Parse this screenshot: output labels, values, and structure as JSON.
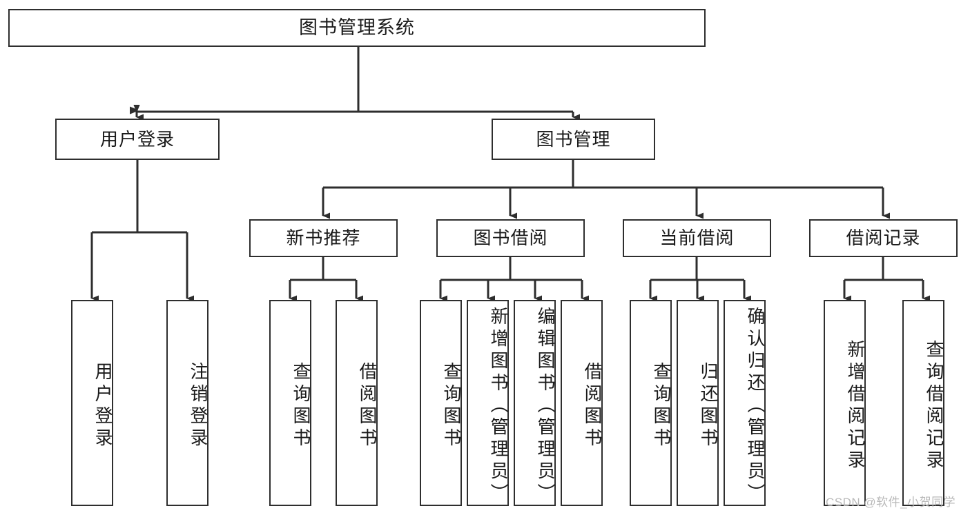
{
  "diagram": {
    "title_text": "图书管理系统",
    "type": "hierarchy-tree",
    "colors": {
      "box_border": "#2e2e2e",
      "box_fill": "#ffffff",
      "connector": "#2e2e2e",
      "watermark": "#b9b9b9",
      "background": "#ffffff"
    },
    "levels": {
      "level0": [
        "图书管理系统"
      ],
      "level1": [
        "用户登录",
        "图书管理"
      ],
      "level2": [
        "新书推荐",
        "图书借阅",
        "当前借阅",
        "借阅记录"
      ],
      "level3": [
        "用户登录",
        "注销登录",
        "查询图书",
        "借阅图书",
        "查询图书",
        "新增图书（管理员）",
        "编辑图书（管理员）",
        "借阅图书",
        "查询图书",
        "归还图书",
        "确认归还（管理员）",
        "新增借阅记录",
        "查询借阅记录"
      ]
    },
    "nodes": {
      "root": {
        "label": "图书管理系统"
      },
      "user_login": {
        "label": "用户登录"
      },
      "book_manage": {
        "label": "图书管理"
      },
      "new_book_rec": {
        "label": "新书推荐"
      },
      "book_borrow": {
        "label": "图书借阅"
      },
      "current_borrow": {
        "label": "当前借阅"
      },
      "borrow_record": {
        "label": "借阅记录"
      },
      "leaf_user_login": {
        "label": "用户登录"
      },
      "leaf_logout": {
        "label": "注销登录"
      },
      "leaf_query_book_a": {
        "label": "查询图书"
      },
      "leaf_borrow_book_a": {
        "label": "借阅图书"
      },
      "leaf_query_book_b": {
        "label": "查询图书"
      },
      "leaf_add_book": {
        "label": "新增图书（管理员）"
      },
      "leaf_edit_book": {
        "label": "编辑图书（管理员）"
      },
      "leaf_borrow_book_b": {
        "label": "借阅图书"
      },
      "leaf_query_book_c": {
        "label": "查询图书"
      },
      "leaf_return_book": {
        "label": "归还图书"
      },
      "leaf_confirm_return": {
        "label": "确认归还（管理员）"
      },
      "leaf_add_record": {
        "label": "新增借阅记录"
      },
      "leaf_query_record": {
        "label": "查询借阅记录"
      }
    }
  },
  "watermark": {
    "text": "CSDN @软件_小贺同学"
  }
}
